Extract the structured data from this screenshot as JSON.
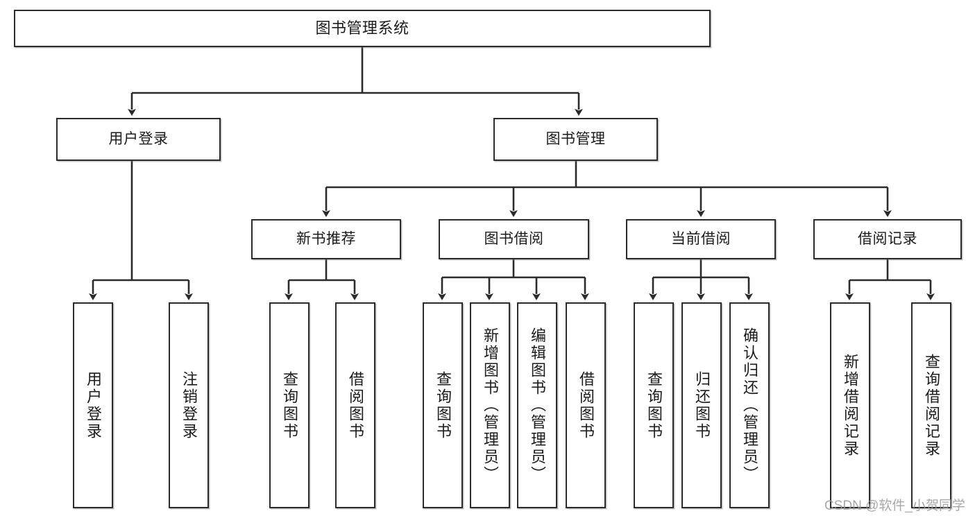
{
  "diagram": {
    "type": "tree",
    "title": "图书管理系统",
    "watermark": "CSDN @软件_小贺同学",
    "stroke_color": "#2b2b2b",
    "fill_color": "#ffffff",
    "text_color": "#1b1b1b",
    "watermark_color": "#9a9a9a",
    "nodes": {
      "root": {
        "label": "图书管理系统"
      },
      "level2": [
        {
          "label": "用户登录"
        },
        {
          "label": "图书管理"
        }
      ],
      "level3": [
        {
          "label": "新书推荐"
        },
        {
          "label": "图书借阅"
        },
        {
          "label": "当前借阅"
        },
        {
          "label": "借阅记录"
        }
      ],
      "leaves_user_login": [
        {
          "label": "用户登录"
        },
        {
          "label": "注销登录"
        }
      ],
      "leaves_new_book": [
        {
          "label": "查询图书"
        },
        {
          "label": "借阅图书"
        }
      ],
      "leaves_borrow": [
        {
          "label": "查询图书"
        },
        {
          "label": "新增图书（管理员）"
        },
        {
          "label": "编辑图书（管理员）"
        },
        {
          "label": "借阅图书"
        }
      ],
      "leaves_current": [
        {
          "label": "查询图书"
        },
        {
          "label": "归还图书"
        },
        {
          "label": "确认归还（管理员）"
        }
      ],
      "leaves_records": [
        {
          "label": "新增借阅记录"
        },
        {
          "label": "查询借阅记录"
        }
      ]
    }
  }
}
